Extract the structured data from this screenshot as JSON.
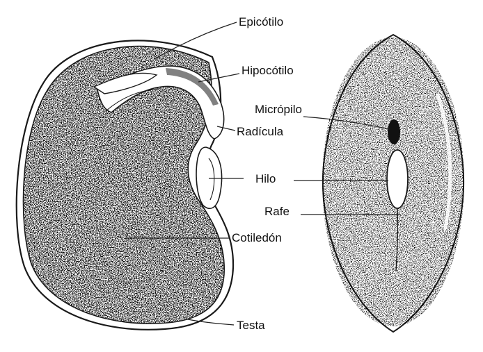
{
  "labels": {
    "epicotilo": "Epicótilo",
    "hipocotilo": "Hipocótilo",
    "micropilo": "Micrópilo",
    "radicula": "Radícula",
    "hilo": "Hilo",
    "rafe": "Rafe",
    "cotiledon": "Cotiledón",
    "testa": "Testa"
  },
  "colors": {
    "ink": "#1a1a1a",
    "paper": "#ffffff"
  }
}
